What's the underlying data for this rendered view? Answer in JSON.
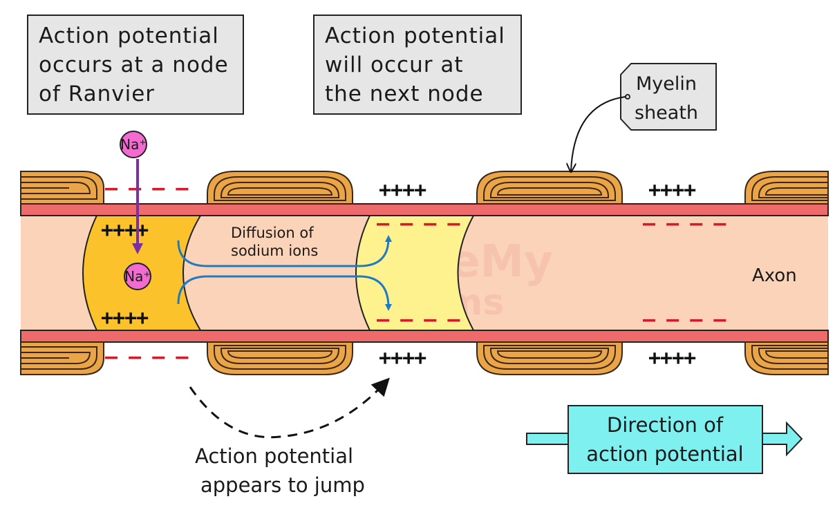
{
  "boxes": {
    "occurs_line1": "Action potential",
    "occurs_line2": "occurs at a  node",
    "occurs_line3": "of Ranvier",
    "next_line1": "Action potential",
    "next_line2": "will occur at",
    "next_line3": "the next node",
    "myelin_line1": "Myelin",
    "myelin_line2": "sheath"
  },
  "ions": {
    "sodium": "Na⁺"
  },
  "labels": {
    "diffusion_line1": "Diffusion of",
    "diffusion_line2": "sodium ions",
    "axon": "Axon",
    "jump_line1": "Action potential",
    "jump_line2": "appears to jump",
    "direction_line1": "Direction of",
    "direction_line2": "action potential"
  },
  "charges": {
    "positive": "++++",
    "negative": "– – – –"
  },
  "watermark": {
    "line1": "SaveMy",
    "line2": "Exams"
  },
  "colors": {
    "myelin": "#e9a548",
    "membrane": "#ef6a6a",
    "axon": "#fbd3b8",
    "active_node": "#fbc22b",
    "next_node": "#fdf28e",
    "label_box": "#e6e6e6",
    "direction_box": "#7ff0f0",
    "sodium_ion": "#f36bd0",
    "diffusion_arrow": "#1f7ac4",
    "influx_arrow": "#7b2fa0",
    "negative_charge": "#d01c2c"
  }
}
